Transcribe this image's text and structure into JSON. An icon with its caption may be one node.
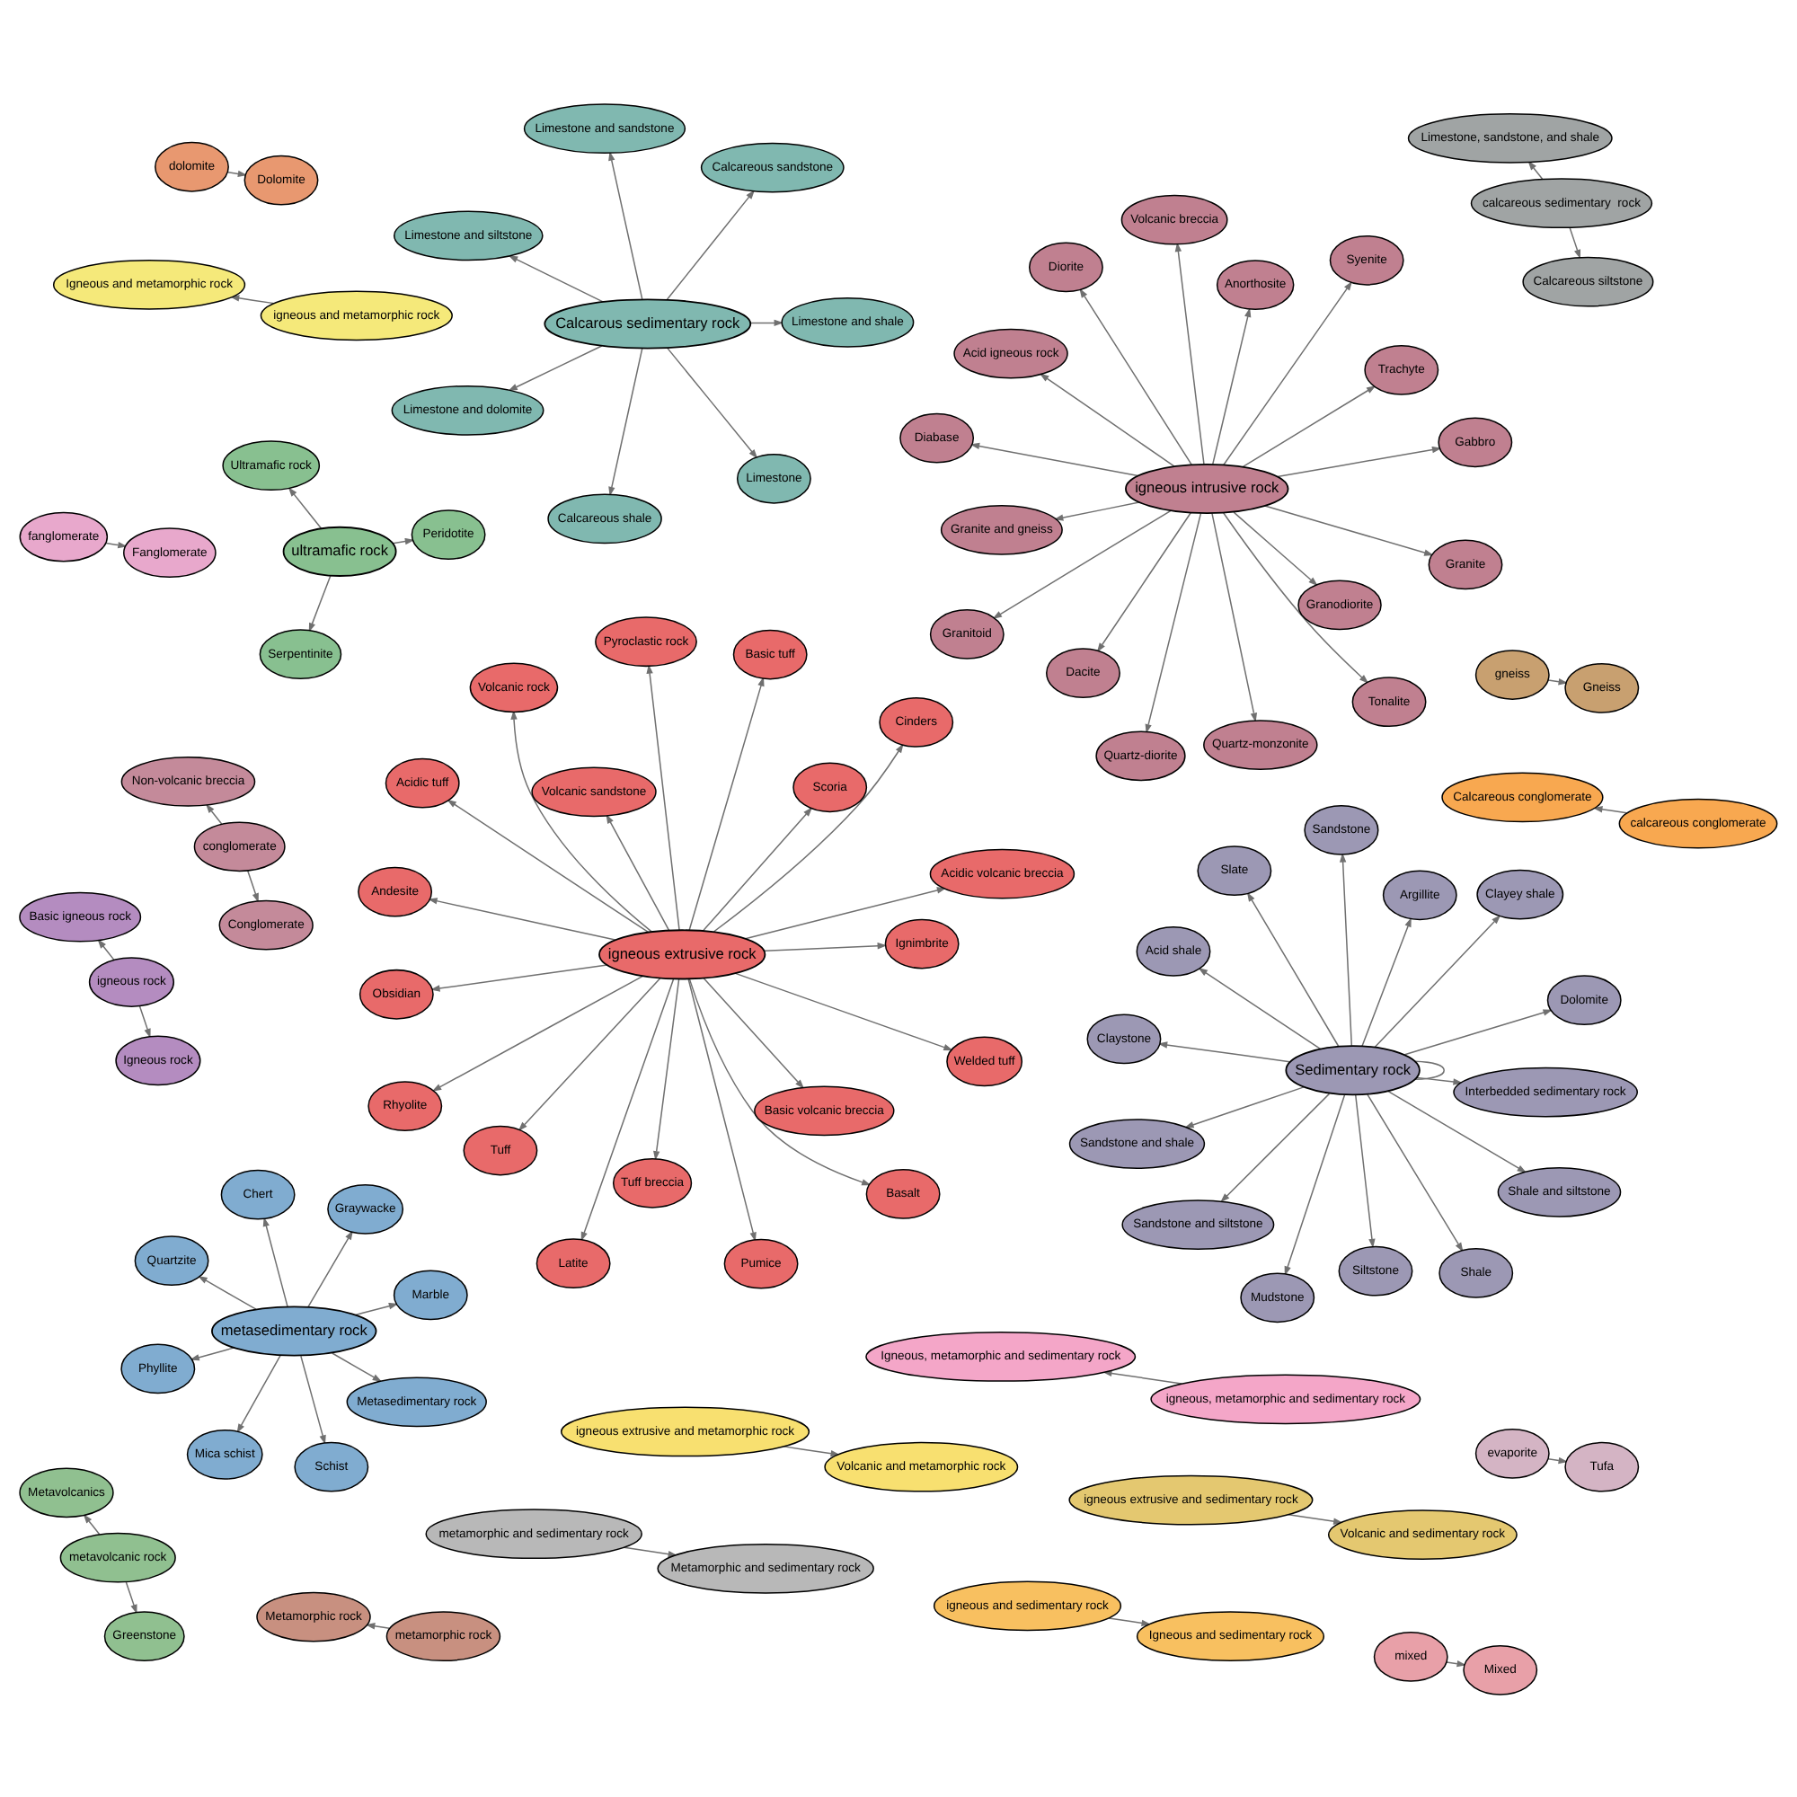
{
  "diagram": {
    "nodes": [
      {
        "text": [
          "Igneous and metamorphic rock"
        ]
      },
      {
        "text": [
          "igneous and metamorphic rock"
        ]
      },
      {
        "text": [
          "mixed"
        ]
      },
      {
        "text": [
          "Mixed"
        ]
      },
      {
        "text": [
          "Igneous, metamorphic and sedimentary rock"
        ]
      },
      {
        "text": [
          "igneous, metamorphic and sedimentary rock"
        ]
      },
      {
        "text": [
          "Non-volcanic breccia"
        ]
      },
      {
        "text": [
          "conglomerate"
        ]
      },
      {
        "text": [
          "Conglomerate"
        ]
      },
      {
        "text": [
          "igneous and sedimentary rock"
        ]
      },
      {
        "text": [
          "Igneous and sedimentary rock"
        ]
      },
      {
        "text": [
          "evaporite"
        ]
      },
      {
        "text": [
          "Tufa"
        ]
      },
      {
        "text": [
          "Calcareous conglomerate"
        ]
      },
      {
        "text": [
          "calcareous conglomerate"
        ]
      },
      {
        "text": [
          "Basic igneous rock"
        ]
      },
      {
        "text": [
          "igneous rock"
        ]
      },
      {
        "text": [
          "Igneous rock"
        ]
      },
      {
        "text": [
          "Limestone, sandstone, and shale"
        ]
      },
      {
        "text": [
          "calcareous sedimentary  rock"
        ]
      },
      {
        "text": [
          "Calcareous siltstone"
        ]
      },
      {
        "text": [
          "igneous extrusive rock"
        ]
      },
      {
        "text": [
          "Ignimbrite"
        ]
      },
      {
        "text": [
          "Latite"
        ]
      },
      {
        "text": [
          "Pyroclastic rock"
        ]
      },
      {
        "text": [
          "Scoria"
        ]
      },
      {
        "text": [
          "Volcanic sandstone"
        ]
      },
      {
        "text": [
          "Rhyolite"
        ]
      },
      {
        "text": [
          "Welded tuff"
        ]
      },
      {
        "text": [
          "Tuff"
        ]
      },
      {
        "text": [
          "Pumice"
        ]
      },
      {
        "text": [
          "Tuff breccia"
        ]
      },
      {
        "text": [
          "Obsidian"
        ]
      },
      {
        "text": [
          "Acidic volcanic breccia"
        ]
      },
      {
        "text": [
          "Cinders"
        ]
      },
      {
        "text": [
          "Basic tuff"
        ]
      },
      {
        "text": [
          "Basic volcanic breccia"
        ]
      },
      {
        "text": [
          "Basalt"
        ]
      },
      {
        "text": [
          "Acidic tuff"
        ]
      },
      {
        "text": [
          "Andesite"
        ]
      },
      {
        "text": [
          "Volcanic rock"
        ]
      },
      {
        "text": [
          "Sedimentary rock"
        ]
      },
      {
        "text": [
          "Interbedded sedimentary rock"
        ]
      },
      {
        "text": [
          "Mudstone"
        ]
      },
      {
        "text": [
          "Slate"
        ]
      },
      {
        "text": [
          "Argillite"
        ]
      },
      {
        "text": [
          "Acid shale"
        ]
      },
      {
        "text": [
          "Sandstone and shale"
        ]
      },
      {
        "text": [
          "Shale and siltstone"
        ]
      },
      {
        "text": [
          "Sandstone and siltstone"
        ]
      },
      {
        "text": [
          "Shale"
        ]
      },
      {
        "text": [
          "Siltstone"
        ]
      },
      {
        "text": [
          "Claystone"
        ]
      },
      {
        "text": [
          "Dolomite"
        ]
      },
      {
        "text": [
          "Clayey shale"
        ]
      },
      {
        "text": [
          "Sandstone"
        ]
      },
      {
        "text": [
          "gneiss"
        ]
      },
      {
        "text": [
          "Gneiss"
        ]
      },
      {
        "text": [
          "Calcarous sedimentary rock"
        ]
      },
      {
        "text": [
          "Limestone and shale"
        ]
      },
      {
        "text": [
          "Calcareous shale"
        ]
      },
      {
        "text": [
          "Limestone and siltstone"
        ]
      },
      {
        "text": [
          "Calcareous sandstone"
        ]
      },
      {
        "text": [
          "Limestone and sandstone"
        ]
      },
      {
        "text": [
          "Limestone and dolomite"
        ]
      },
      {
        "text": [
          "Limestone"
        ]
      },
      {
        "text": [
          "fanglomerate"
        ]
      },
      {
        "text": [
          "Fanglomerate"
        ]
      },
      {
        "text": [
          "igneous extrusive and sedimentary rock"
        ]
      },
      {
        "text": [
          "Volcanic and sedimentary rock"
        ]
      },
      {
        "text": [
          "ultramafic rock"
        ]
      },
      {
        "text": [
          "Peridotite"
        ]
      },
      {
        "text": [
          "Serpentinite"
        ]
      },
      {
        "text": [
          "Ultramafic rock"
        ]
      },
      {
        "text": [
          "igneous extrusive and metamorphic rock"
        ]
      },
      {
        "text": [
          "Volcanic and metamorphic rock"
        ]
      },
      {
        "text": [
          "dolomite"
        ]
      },
      {
        "text": [
          "Dolomite"
        ]
      },
      {
        "text": [
          "Metamorphic rock"
        ]
      },
      {
        "text": [
          "metamorphic rock"
        ]
      },
      {
        "text": [
          "Metavolcanics"
        ]
      },
      {
        "text": [
          "metavolcanic rock"
        ]
      },
      {
        "text": [
          "Greenstone"
        ]
      },
      {
        "text": [
          "metamorphic and sedimentary rock"
        ]
      },
      {
        "text": [
          "Metamorphic and sedimentary rock"
        ]
      },
      {
        "text": [
          "metasedimentary rock"
        ]
      },
      {
        "text": [
          "Marble"
        ]
      },
      {
        "text": [
          "Mica schist"
        ]
      },
      {
        "text": [
          "Quartzite"
        ]
      },
      {
        "text": [
          "Graywacke"
        ]
      },
      {
        "text": [
          "Chert"
        ]
      },
      {
        "text": [
          "Phyllite"
        ]
      },
      {
        "text": [
          "Metasedimentary rock"
        ]
      },
      {
        "text": [
          "Schist"
        ]
      },
      {
        "text": [
          "igneous intrusive rock"
        ]
      },
      {
        "text": [
          "Trachyte"
        ]
      },
      {
        "text": [
          "Quartz-diorite"
        ]
      },
      {
        "text": [
          "Diorite"
        ]
      },
      {
        "text": [
          "Anorthosite"
        ]
      },
      {
        "text": [
          "Acid igneous rock"
        ]
      },
      {
        "text": [
          "Granitoid"
        ]
      },
      {
        "text": [
          "Granite"
        ]
      },
      {
        "text": [
          "Granite and gneiss"
        ]
      },
      {
        "text": [
          "Quartz-monzonite"
        ]
      },
      {
        "text": [
          "Dacite"
        ]
      },
      {
        "text": [
          "Diabase"
        ]
      },
      {
        "text": [
          "Gabbro"
        ]
      },
      {
        "text": [
          "Syenite"
        ]
      },
      {
        "text": [
          "Volcanic breccia"
        ]
      },
      {
        "text": [
          "Granodiorite"
        ]
      },
      {
        "text": [
          "Tonalite"
        ]
      }
    ],
    "edges": [
      {
        "from": 1,
        "to": 0,
        "arrow": "to"
      },
      {
        "from": 2,
        "to": 3,
        "arrow": "to"
      },
      {
        "from": 5,
        "to": 4,
        "arrow": "to"
      },
      {
        "from": 7,
        "to": 6,
        "arrow": "to"
      },
      {
        "from": 7,
        "to": 8,
        "arrow": "to"
      },
      {
        "from": 9,
        "to": 10,
        "arrow": "to"
      },
      {
        "from": 11,
        "to": 12,
        "arrow": "to"
      },
      {
        "from": 14,
        "to": 13,
        "arrow": "to"
      },
      {
        "from": 16,
        "to": 15,
        "arrow": "to"
      },
      {
        "from": 16,
        "to": 17,
        "arrow": "to"
      },
      {
        "from": 19,
        "to": 18,
        "arrow": "to"
      },
      {
        "from": 19,
        "to": 20,
        "arrow": "to"
      },
      {
        "from": 21,
        "to": 22,
        "arrow": "to"
      },
      {
        "from": 21,
        "to": 23,
        "arrow": "to"
      },
      {
        "from": 21,
        "to": 24,
        "arrow": "to"
      },
      {
        "from": 21,
        "to": 25,
        "arrow": "to"
      },
      {
        "from": 21,
        "to": 26,
        "arrow": "to"
      },
      {
        "from": 21,
        "to": 27,
        "arrow": "to"
      },
      {
        "from": 21,
        "to": 28,
        "arrow": "to"
      },
      {
        "from": 21,
        "to": 29,
        "arrow": "to"
      },
      {
        "from": 21,
        "to": 30,
        "arrow": "to"
      },
      {
        "from": 21,
        "to": 31,
        "arrow": "to"
      },
      {
        "from": 21,
        "to": 32,
        "arrow": "to"
      },
      {
        "from": 21,
        "to": 33,
        "arrow": "to"
      },
      {
        "from": 21,
        "to": 34,
        "arrow": "to"
      },
      {
        "from": 21,
        "to": 35,
        "arrow": "to"
      },
      {
        "from": 21,
        "to": 36,
        "arrow": "to"
      },
      {
        "from": 21,
        "to": 37,
        "arrow": "to"
      },
      {
        "from": 21,
        "to": 38,
        "arrow": "to"
      },
      {
        "from": 21,
        "to": 39,
        "arrow": "to"
      },
      {
        "from": 21,
        "to": 40,
        "arrow": "to"
      },
      {
        "from": 41,
        "to": 41,
        "arrow": "none"
      },
      {
        "from": 41,
        "to": 42,
        "arrow": "to"
      },
      {
        "from": 41,
        "to": 43,
        "arrow": "to"
      },
      {
        "from": 41,
        "to": 44,
        "arrow": "to"
      },
      {
        "from": 41,
        "to": 45,
        "arrow": "to"
      },
      {
        "from": 41,
        "to": 46,
        "arrow": "to"
      },
      {
        "from": 41,
        "to": 47,
        "arrow": "to"
      },
      {
        "from": 41,
        "to": 48,
        "arrow": "to"
      },
      {
        "from": 41,
        "to": 49,
        "arrow": "to"
      },
      {
        "from": 41,
        "to": 50,
        "arrow": "to"
      },
      {
        "from": 41,
        "to": 51,
        "arrow": "to"
      },
      {
        "from": 41,
        "to": 52,
        "arrow": "to"
      },
      {
        "from": 41,
        "to": 53,
        "arrow": "to"
      },
      {
        "from": 41,
        "to": 54,
        "arrow": "to"
      },
      {
        "from": 41,
        "to": 55,
        "arrow": "to"
      },
      {
        "from": 56,
        "to": 57,
        "arrow": "to"
      },
      {
        "from": 58,
        "to": 59,
        "arrow": "to"
      },
      {
        "from": 58,
        "to": 60,
        "arrow": "to"
      },
      {
        "from": 58,
        "to": 61,
        "arrow": "to"
      },
      {
        "from": 58,
        "to": 62,
        "arrow": "to"
      },
      {
        "from": 58,
        "to": 63,
        "arrow": "to"
      },
      {
        "from": 58,
        "to": 64,
        "arrow": "to"
      },
      {
        "from": 58,
        "to": 65,
        "arrow": "to"
      },
      {
        "from": 66,
        "to": 67,
        "arrow": "to"
      },
      {
        "from": 68,
        "to": 69,
        "arrow": "to"
      },
      {
        "from": 70,
        "to": 71,
        "arrow": "to"
      },
      {
        "from": 70,
        "to": 72,
        "arrow": "to"
      },
      {
        "from": 70,
        "to": 73,
        "arrow": "to"
      },
      {
        "from": 74,
        "to": 75,
        "arrow": "to"
      },
      {
        "from": 76,
        "to": 77,
        "arrow": "to"
      },
      {
        "from": 79,
        "to": 78,
        "arrow": "to"
      },
      {
        "from": 81,
        "to": 80,
        "arrow": "to"
      },
      {
        "from": 81,
        "to": 82,
        "arrow": "to"
      },
      {
        "from": 83,
        "to": 84,
        "arrow": "to"
      },
      {
        "from": 85,
        "to": 86,
        "arrow": "to"
      },
      {
        "from": 85,
        "to": 87,
        "arrow": "to"
      },
      {
        "from": 85,
        "to": 88,
        "arrow": "to"
      },
      {
        "from": 85,
        "to": 89,
        "arrow": "to"
      },
      {
        "from": 85,
        "to": 90,
        "arrow": "to"
      },
      {
        "from": 85,
        "to": 91,
        "arrow": "to"
      },
      {
        "from": 85,
        "to": 92,
        "arrow": "to"
      },
      {
        "from": 85,
        "to": 93,
        "arrow": "to"
      },
      {
        "from": 94,
        "to": 95,
        "arrow": "to"
      },
      {
        "from": 94,
        "to": 96,
        "arrow": "to"
      },
      {
        "from": 94,
        "to": 97,
        "arrow": "to"
      },
      {
        "from": 94,
        "to": 98,
        "arrow": "to"
      },
      {
        "from": 94,
        "to": 99,
        "arrow": "to"
      },
      {
        "from": 94,
        "to": 100,
        "arrow": "to"
      },
      {
        "from": 94,
        "to": 101,
        "arrow": "to"
      },
      {
        "from": 94,
        "to": 102,
        "arrow": "to"
      },
      {
        "from": 94,
        "to": 103,
        "arrow": "to"
      },
      {
        "from": 94,
        "to": 104,
        "arrow": "to"
      },
      {
        "from": 94,
        "to": 105,
        "arrow": "to"
      },
      {
        "from": 94,
        "to": 106,
        "arrow": "to"
      },
      {
        "from": 94,
        "to": 107,
        "arrow": "to"
      },
      {
        "from": 94,
        "to": 108,
        "arrow": "to"
      },
      {
        "from": 94,
        "to": 109,
        "arrow": "to"
      },
      {
        "from": 94,
        "to": 110,
        "arrow": "to"
      }
    ]
  }
}
